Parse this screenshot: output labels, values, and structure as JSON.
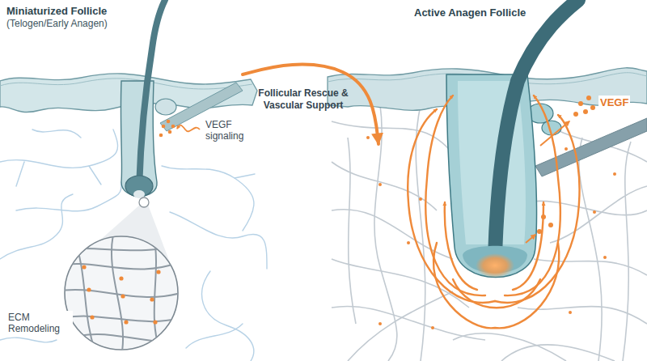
{
  "diagram": {
    "nodes": [
      {
        "text": [
          "Miniaturized Follicle",
          "(Telogen/Early Anagen)"
        ]
      },
      {
        "text": [
          "Active Anagen Follicle"
        ]
      }
    ],
    "edges": [
      {
        "from": 0,
        "to": 1,
        "label": "Follicular Rescue & Vascular Support",
        "arrow": "to"
      }
    ],
    "labels": [
      "VEGF signaling",
      "ECM Remodeling",
      "VEGF"
    ]
  }
}
